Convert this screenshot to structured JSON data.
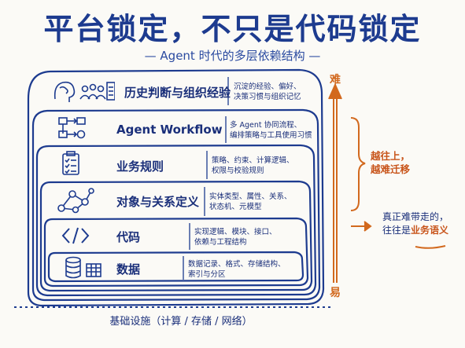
{
  "title": "平台锁定，不只是代码锁定",
  "subtitle": "— Agent 时代的多层依赖结构 —",
  "layers": [
    {
      "name": "历史判断与组织经验",
      "desc": [
        "沉淀的经验、偏好、",
        "决策习惯与组织记忆"
      ],
      "icon": "brain-people-document-icon"
    },
    {
      "name": "Agent Workflow",
      "desc": [
        "多 Agent 协同流程、",
        "编排策略与工具使用习惯"
      ],
      "icon": "workflow-flowchart-icon"
    },
    {
      "name": "业务规则",
      "desc": [
        "策略、约束、计算逻辑、",
        "权限与校验规则"
      ],
      "icon": "checklist-clipboard-icon"
    },
    {
      "name": "对象与关系定义",
      "desc": [
        "实体类型、属性、关系、",
        "状态机、元模型"
      ],
      "icon": "graph-nodes-icon"
    },
    {
      "name": "代码",
      "desc": [
        "实现逻辑、模块、接口、",
        "依赖与工程结构"
      ],
      "icon": "code-brackets-icon"
    },
    {
      "name": "数据",
      "desc": [
        "数据记录、格式、存储结构、",
        "索引与分区"
      ],
      "icon": "database-table-icon"
    }
  ],
  "axis": {
    "top": "难",
    "bottom": "易"
  },
  "side_note": [
    "越往上，",
    "越难迁移"
  ],
  "callout": {
    "line1": "真正难带走的，",
    "line2_prefix": "往往是",
    "line2_highlight": "业务语义"
  },
  "foundation": "基础设施（计算 / 存储 / 网络）",
  "colors": {
    "ink": "#1d3b8f",
    "accent": "#d2691e",
    "paper": "#fbfaf6"
  }
}
